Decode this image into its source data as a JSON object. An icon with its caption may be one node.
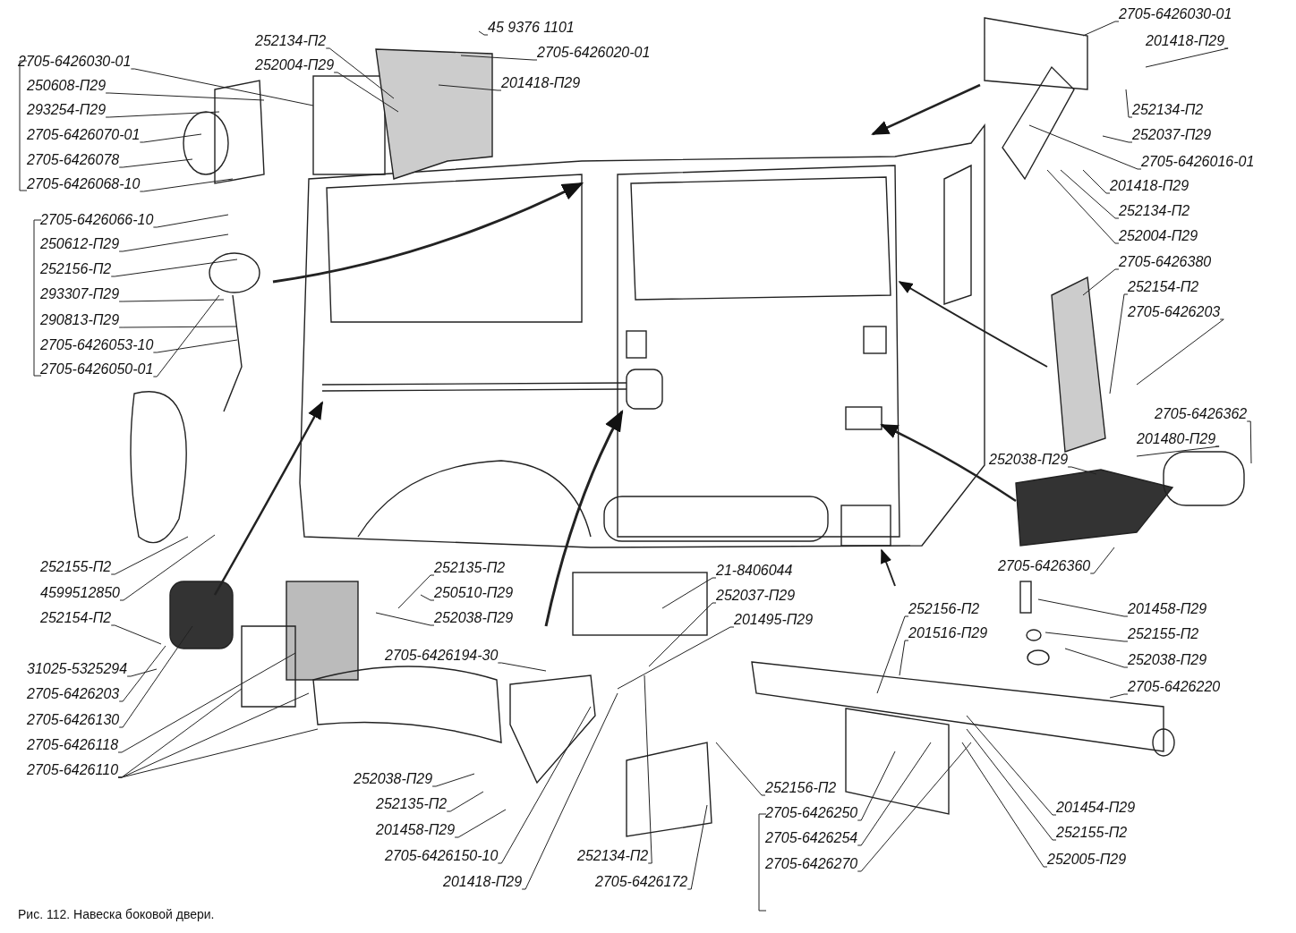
{
  "diagram": {
    "caption": "Рис. 112. Навеска боковой двери.",
    "nodes": [
      {
        "text": [
          "2705-6426030-01"
        ]
      },
      {
        "text": [
          "250608-П29"
        ]
      },
      {
        "text": [
          "293254-П29"
        ]
      },
      {
        "text": [
          "2705-6426070-01"
        ]
      },
      {
        "text": [
          "2705-6426078"
        ]
      },
      {
        "text": [
          "2705-6426068-10"
        ]
      },
      {
        "text": [
          "2705-6426066-10"
        ]
      },
      {
        "text": [
          "250612-П29"
        ]
      },
      {
        "text": [
          "252156-П2"
        ]
      },
      {
        "text": [
          "293307-П29"
        ]
      },
      {
        "text": [
          "290813-П29"
        ]
      },
      {
        "text": [
          "2705-6426053-10"
        ]
      },
      {
        "text": [
          "2705-6426050-01"
        ]
      },
      {
        "text": [
          "252134-П2"
        ]
      },
      {
        "text": [
          "252004-П29"
        ]
      },
      {
        "text": [
          "45 9376 1101"
        ]
      },
      {
        "text": [
          "2705-6426020-01"
        ]
      },
      {
        "text": [
          "201418-П29"
        ]
      },
      {
        "text": [
          "2705-6426030-01"
        ]
      },
      {
        "text": [
          "201418-П29"
        ]
      },
      {
        "text": [
          "252134-П2"
        ]
      },
      {
        "text": [
          "252037-П29"
        ]
      },
      {
        "text": [
          "2705-6426016-01"
        ]
      },
      {
        "text": [
          "201418-П29"
        ]
      },
      {
        "text": [
          "252134-П2"
        ]
      },
      {
        "text": [
          "252004-П29"
        ]
      },
      {
        "text": [
          "2705-6426380"
        ]
      },
      {
        "text": [
          "252154-П2"
        ]
      },
      {
        "text": [
          "2705-6426203"
        ]
      },
      {
        "text": [
          "2705-6426362"
        ]
      },
      {
        "text": [
          "201480-П29"
        ]
      },
      {
        "text": [
          "252038-П29"
        ]
      },
      {
        "text": [
          "2705-6426360"
        ]
      },
      {
        "text": [
          "201458-П29"
        ]
      },
      {
        "text": [
          "252155-П2"
        ]
      },
      {
        "text": [
          "252038-П29"
        ]
      },
      {
        "text": [
          "2705-6426220"
        ]
      },
      {
        "text": [
          "21-8406044"
        ]
      },
      {
        "text": [
          "252037-П29"
        ]
      },
      {
        "text": [
          "201495-П29"
        ]
      },
      {
        "text": [
          "252156-П2"
        ]
      },
      {
        "text": [
          "201516-П29"
        ]
      },
      {
        "text": [
          "252135-П2"
        ]
      },
      {
        "text": [
          "250510-П29"
        ]
      },
      {
        "text": [
          "252038-П29"
        ]
      },
      {
        "text": [
          "2705-6426194-30"
        ]
      },
      {
        "text": [
          "252155-П2"
        ]
      },
      {
        "text": [
          "4599512850"
        ]
      },
      {
        "text": [
          "252154-П2"
        ]
      },
      {
        "text": [
          "31025-5325294"
        ]
      },
      {
        "text": [
          "2705-6426203"
        ]
      },
      {
        "text": [
          "2705-6426130"
        ]
      },
      {
        "text": [
          "2705-6426118"
        ]
      },
      {
        "text": [
          "2705-6426110"
        ]
      },
      {
        "text": [
          "252038-П29"
        ]
      },
      {
        "text": [
          "252135-П2"
        ]
      },
      {
        "text": [
          "201458-П29"
        ]
      },
      {
        "text": [
          "2705-6426150-10"
        ]
      },
      {
        "text": [
          "201418-П29"
        ]
      },
      {
        "text": [
          "252134-П2"
        ]
      },
      {
        "text": [
          "2705-6426172"
        ]
      },
      {
        "text": [
          "252156-П2"
        ]
      },
      {
        "text": [
          "2705-6426250"
        ]
      },
      {
        "text": [
          "2705-6426254"
        ]
      },
      {
        "text": [
          "2705-6426270"
        ]
      },
      {
        "text": [
          "201454-П29"
        ]
      },
      {
        "text": [
          "252155-П2"
        ]
      },
      {
        "text": [
          "252005-П29"
        ]
      }
    ],
    "edges": [
      {
        "from": 0,
        "to": null,
        "arrow": "none"
      },
      {
        "from": 1,
        "to": null,
        "arrow": "none"
      },
      {
        "from": 2,
        "to": null,
        "arrow": "none"
      },
      {
        "from": 3,
        "to": null,
        "arrow": "none"
      },
      {
        "from": 4,
        "to": null,
        "arrow": "none"
      },
      {
        "from": 5,
        "to": null,
        "arrow": "none"
      },
      {
        "from": 6,
        "to": null,
        "arrow": "none"
      },
      {
        "from": 7,
        "to": null,
        "arrow": "none"
      },
      {
        "from": 8,
        "to": null,
        "arrow": "none"
      },
      {
        "from": 9,
        "to": null,
        "arrow": "none"
      },
      {
        "from": 10,
        "to": null,
        "arrow": "none"
      },
      {
        "from": 11,
        "to": null,
        "arrow": "none"
      },
      {
        "from": 12,
        "to": null,
        "arrow": "none"
      },
      {
        "from": 13,
        "to": null,
        "arrow": "none"
      },
      {
        "from": 14,
        "to": null,
        "arrow": "none"
      },
      {
        "from": 15,
        "to": null,
        "arrow": "none"
      },
      {
        "from": 16,
        "to": null,
        "arrow": "none"
      },
      {
        "from": 17,
        "to": null,
        "arrow": "none"
      },
      {
        "from": 18,
        "to": null,
        "arrow": "none"
      },
      {
        "from": 19,
        "to": null,
        "arrow": "none"
      },
      {
        "from": 20,
        "to": null,
        "arrow": "none"
      },
      {
        "from": 21,
        "to": null,
        "arrow": "none"
      },
      {
        "from": 22,
        "to": null,
        "arrow": "none"
      },
      {
        "from": 23,
        "to": null,
        "arrow": "none"
      },
      {
        "from": 24,
        "to": null,
        "arrow": "none"
      },
      {
        "from": 25,
        "to": null,
        "arrow": "none"
      },
      {
        "from": 26,
        "to": null,
        "arrow": "none"
      },
      {
        "from": 27,
        "to": null,
        "arrow": "none"
      },
      {
        "from": 28,
        "to": null,
        "arrow": "none"
      },
      {
        "from": 29,
        "to": null,
        "arrow": "none"
      },
      {
        "from": 30,
        "to": null,
        "arrow": "none"
      },
      {
        "from": 31,
        "to": null,
        "arrow": "none"
      },
      {
        "from": 32,
        "to": null,
        "arrow": "none"
      },
      {
        "from": 33,
        "to": null,
        "arrow": "none"
      },
      {
        "from": 34,
        "to": null,
        "arrow": "none"
      },
      {
        "from": 35,
        "to": null,
        "arrow": "none"
      },
      {
        "from": 36,
        "to": null,
        "arrow": "none"
      },
      {
        "from": 37,
        "to": null,
        "arrow": "none"
      },
      {
        "from": 38,
        "to": null,
        "arrow": "none"
      },
      {
        "from": 39,
        "to": null,
        "arrow": "none"
      },
      {
        "from": 40,
        "to": null,
        "arrow": "none"
      },
      {
        "from": 41,
        "to": null,
        "arrow": "none"
      },
      {
        "from": 42,
        "to": null,
        "arrow": "none"
      },
      {
        "from": 43,
        "to": null,
        "arrow": "none"
      },
      {
        "from": 44,
        "to": null,
        "arrow": "none"
      },
      {
        "from": 45,
        "to": null,
        "arrow": "none"
      },
      {
        "from": 46,
        "to": null,
        "arrow": "none"
      },
      {
        "from": 47,
        "to": null,
        "arrow": "none"
      },
      {
        "from": 48,
        "to": null,
        "arrow": "none"
      },
      {
        "from": 49,
        "to": null,
        "arrow": "none"
      },
      {
        "from": 50,
        "to": null,
        "arrow": "none"
      },
      {
        "from": 51,
        "to": null,
        "arrow": "none"
      },
      {
        "from": 52,
        "to": null,
        "arrow": "none"
      },
      {
        "from": 53,
        "to": null,
        "arrow": "none"
      },
      {
        "from": 53,
        "to": null,
        "arrow": "none"
      },
      {
        "from": 53,
        "to": null,
        "arrow": "none"
      },
      {
        "from": 54,
        "to": null,
        "arrow": "none"
      },
      {
        "from": 55,
        "to": null,
        "arrow": "none"
      },
      {
        "from": 56,
        "to": null,
        "arrow": "none"
      },
      {
        "from": 57,
        "to": null,
        "arrow": "none"
      },
      {
        "from": 58,
        "to": null,
        "arrow": "none"
      },
      {
        "from": 59,
        "to": null,
        "arrow": "none"
      },
      {
        "from": 60,
        "to": null,
        "arrow": "none"
      },
      {
        "from": 61,
        "to": null,
        "arrow": "none"
      },
      {
        "from": 62,
        "to": null,
        "arrow": "none"
      },
      {
        "from": 63,
        "to": null,
        "arrow": "none"
      },
      {
        "from": 64,
        "to": null,
        "arrow": "none"
      },
      {
        "from": 65,
        "to": null,
        "arrow": "none"
      },
      {
        "from": 66,
        "to": null,
        "arrow": "none"
      },
      {
        "from": 67,
        "to": null,
        "arrow": "none"
      }
    ]
  }
}
